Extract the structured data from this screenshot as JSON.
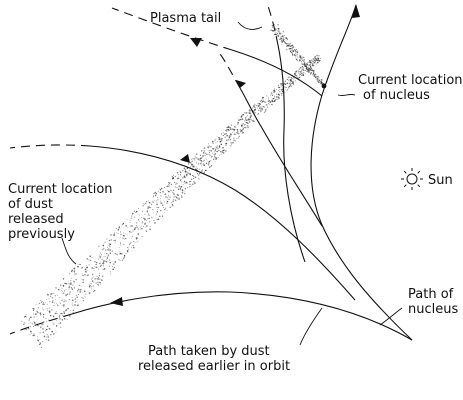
{
  "labels": {
    "plasma_tail": "Plasma tail",
    "current_location_nucleus_line1": "Current location",
    "current_location_nucleus_line2": "of nucleus",
    "sun": "Sun",
    "dust_line1": "Current location",
    "dust_line2": "of dust",
    "dust_line3": "released",
    "dust_line4": "previously",
    "path_nucleus_line1": "Path of",
    "path_nucleus_line2": "nucleus",
    "path_dust_line1": "Path taken by dust",
    "path_dust_line2": "released earlier in orbit"
  },
  "colors": {
    "ink": "#111111",
    "dust": "#444444",
    "background": "#ffffff"
  },
  "icons": {
    "sun": "sun-icon",
    "nucleus": "nucleus-icon"
  }
}
